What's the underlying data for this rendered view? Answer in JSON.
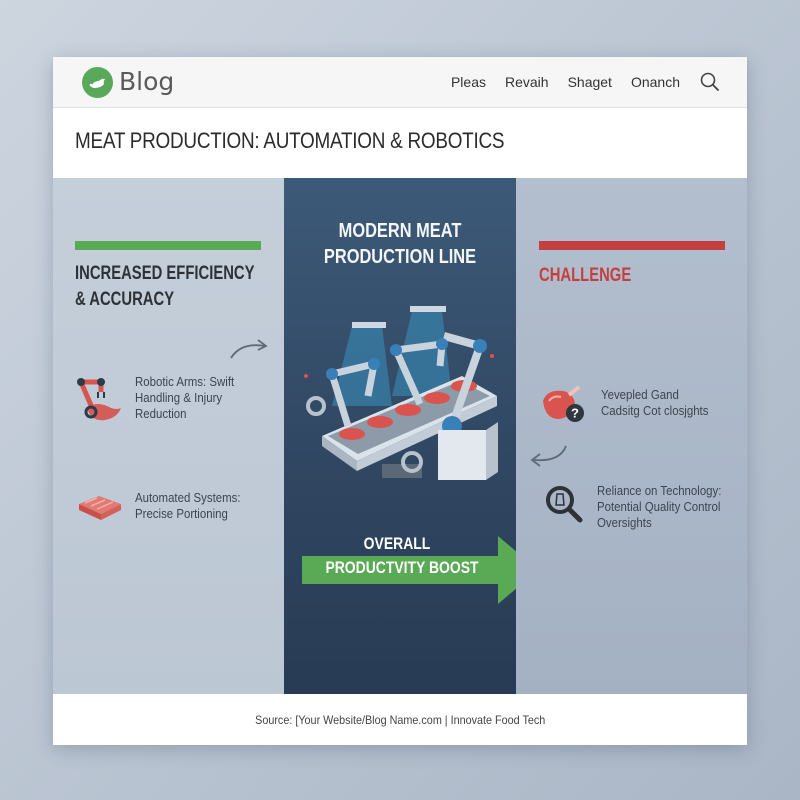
{
  "header": {
    "logo_text": "Blog",
    "logo_icon": "green-circle-leaf-icon",
    "nav_items": [
      "Pleas",
      "Revaih",
      "Shaget",
      "Onanch"
    ],
    "search_icon": "search-icon"
  },
  "page_title": "MEAT PRODUCTION: AUTOMATION & ROBOTICS",
  "left_panel": {
    "accent_color": "#5aaa55",
    "heading_line1": "INCREASED EFFICIENCY",
    "heading_line2": "& ACCURACY",
    "items": [
      {
        "icon": "robotic-arm-meat-icon",
        "line1": "Robotic Arms: Swift",
        "line2": "Handling & Injury",
        "line3": "Reduction"
      },
      {
        "icon": "meat-portions-icon",
        "line1": "Automated Systems:",
        "line2": "Precise Portioning"
      }
    ]
  },
  "middle_panel": {
    "title_line1": "MODERN MEAT",
    "title_line2": "PRODUCTION LINE",
    "illustration": "conveyor-robot-arms-illustration",
    "boost_line1": "OVERALL",
    "boost_line2": "PRODUCTVITY BOOST",
    "boost_color": "#5aaa55"
  },
  "right_panel": {
    "accent_color": "#c44040",
    "heading": "CHALLENGE",
    "items": [
      {
        "icon": "meat-question-icon",
        "line1": "Yevepled Gand",
        "line2": "Cadsitg Cot closjghts"
      },
      {
        "icon": "magnifier-quality-icon",
        "line1": "Reliance on Technology:",
        "line2": "Potential Quality Control",
        "line3": "Oversights"
      }
    ]
  },
  "footer": {
    "source_text": "Source: [Your Website/Blog Name.com | Innovate Food Tech"
  }
}
